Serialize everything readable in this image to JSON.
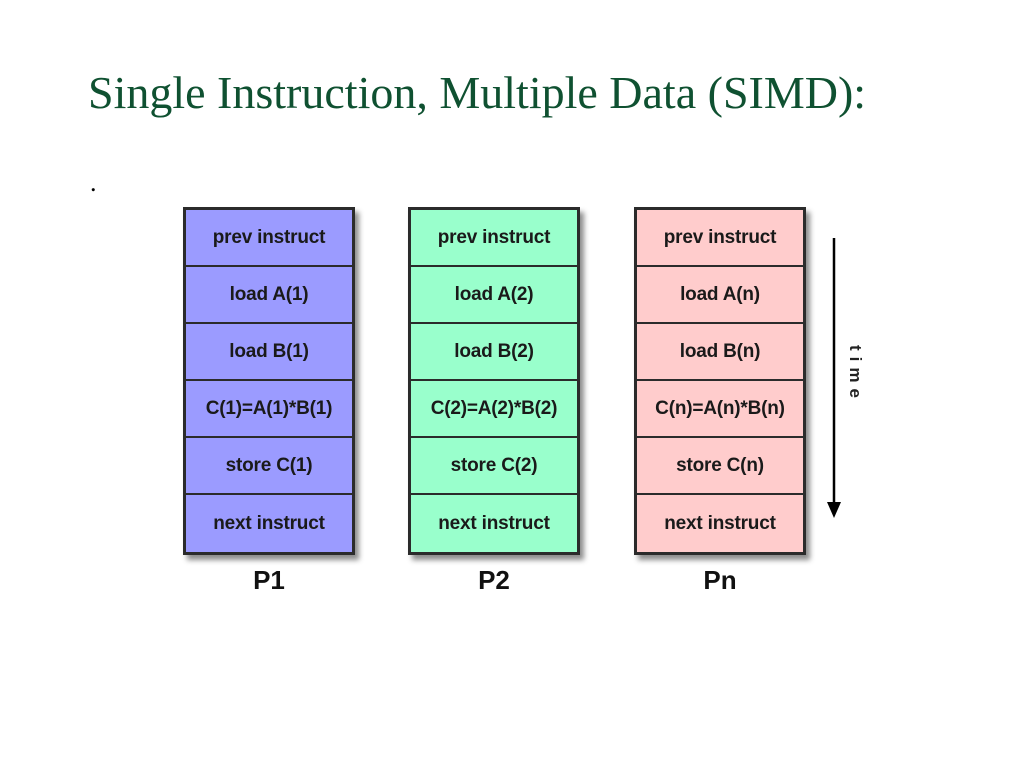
{
  "slide": {
    "title": "Single Instruction, Multiple Data (SIMD):",
    "bullet": "."
  },
  "processors": [
    {
      "label": "P1",
      "color": "#9b9bff",
      "steps": [
        "prev instruct",
        "load A(1)",
        "load B(1)",
        "C(1)=A(1)*B(1)",
        "store C(1)",
        "next instruct"
      ]
    },
    {
      "label": "P2",
      "color": "#99ffcc",
      "steps": [
        "prev instruct",
        "load A(2)",
        "load B(2)",
        "C(2)=A(2)*B(2)",
        "store C(2)",
        "next instruct"
      ]
    },
    {
      "label": "Pn",
      "color": "#ffcccc",
      "steps": [
        "prev instruct",
        "load A(n)",
        "load B(n)",
        "C(n)=A(n)*B(n)",
        "store C(n)",
        "next instruct"
      ]
    }
  ],
  "time_axis": {
    "label": "time",
    "icon": "down-arrow-icon"
  }
}
